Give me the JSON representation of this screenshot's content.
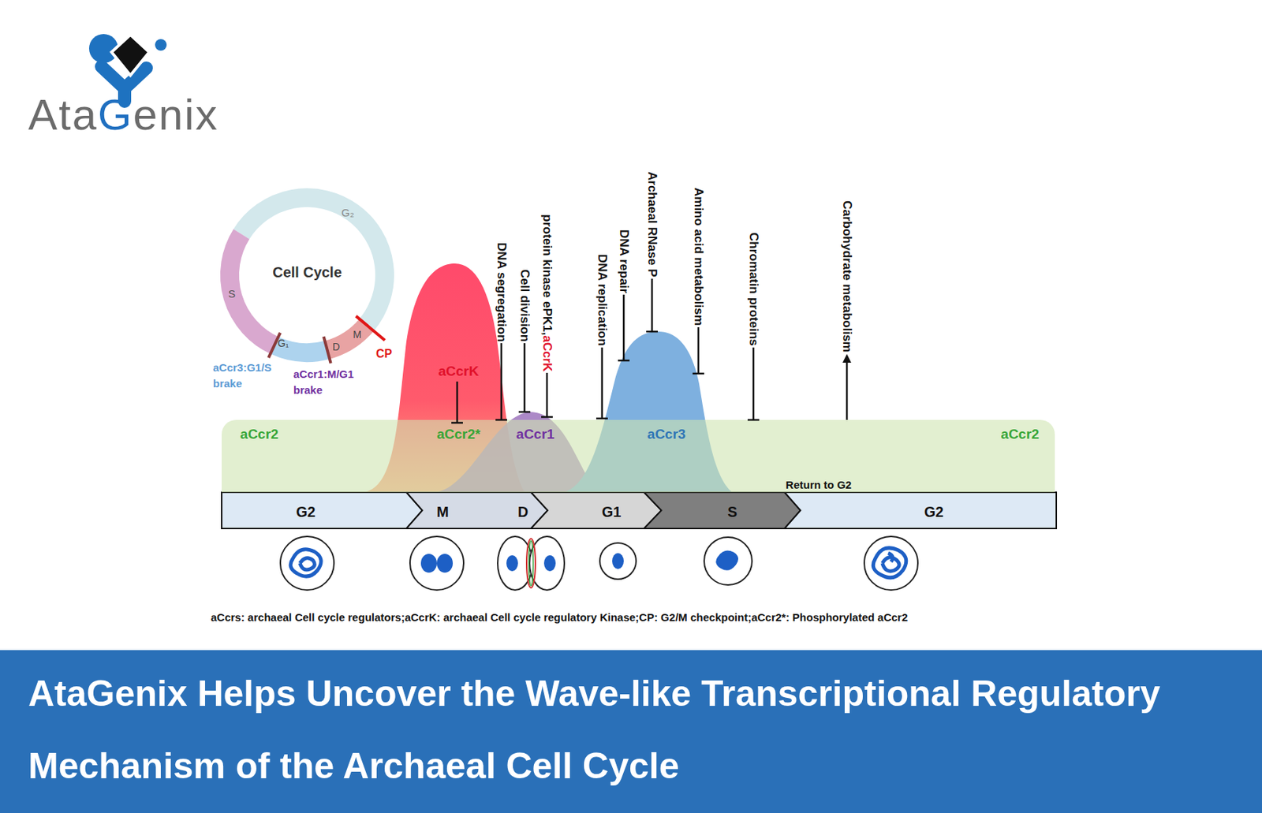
{
  "diagram": {
    "title": "AtaGenix Helps Uncover the Wave-like Transcriptional Regulatory Mechanism of the Archaeal Cell Cycle",
    "caption": "aCcrs: archaeal Cell cycle regulators;aCcrK: archaeal Cell cycle regulatory Kinase;CP: G2/M checkpoint;aCcr2*: Phosphorylated aCcr2",
    "nodes": [
      {
        "text": [
          "Cell Cycle"
        ]
      },
      {
        "text": [
          "aCcrK"
        ]
      },
      {
        "text": [
          "aCcr1"
        ]
      },
      {
        "text": [
          "aCcr3"
        ]
      },
      {
        "text": [
          "aCcr2",
          "aCcr2*",
          "Return to G2",
          "aCcr2"
        ]
      },
      {
        "text": [
          "G2"
        ]
      },
      {
        "text": [
          "M",
          "D"
        ]
      },
      {
        "text": [
          "G1"
        ]
      },
      {
        "text": [
          "S"
        ]
      },
      {
        "text": [
          "G2"
        ]
      }
    ],
    "labels": [
      "Ata",
      "G",
      "enix",
      "G₂",
      "S",
      "G₁",
      "D",
      "M",
      "CP",
      "aCcr3:G1/S brake",
      "aCcr1:M/G1 brake",
      "DNA segregation",
      "Cell division",
      "protein kinase ePK1,",
      "aCcrK",
      "DNA replication",
      "DNA repair",
      "Archaeal RNase P",
      "Amino acid metabolism",
      "Chromatin proteins",
      "Carbohydrate metabolism"
    ]
  }
}
